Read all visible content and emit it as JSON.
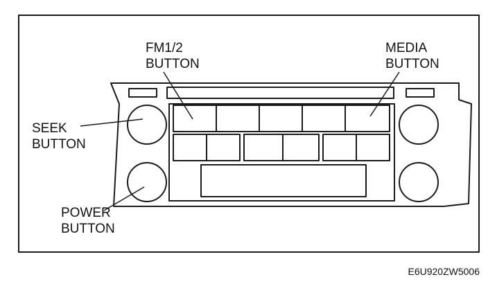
{
  "labels": {
    "fm": [
      "FM1/2",
      "BUTTON"
    ],
    "media": [
      "MEDIA",
      "BUTTON"
    ],
    "seek": [
      "SEEK",
      "BUTTON"
    ],
    "power": [
      "POWER",
      "BUTTON"
    ]
  },
  "reference_code": "E6U920ZW5006",
  "colors": {
    "ink": "#1a1a1a",
    "background": "#ffffff"
  }
}
